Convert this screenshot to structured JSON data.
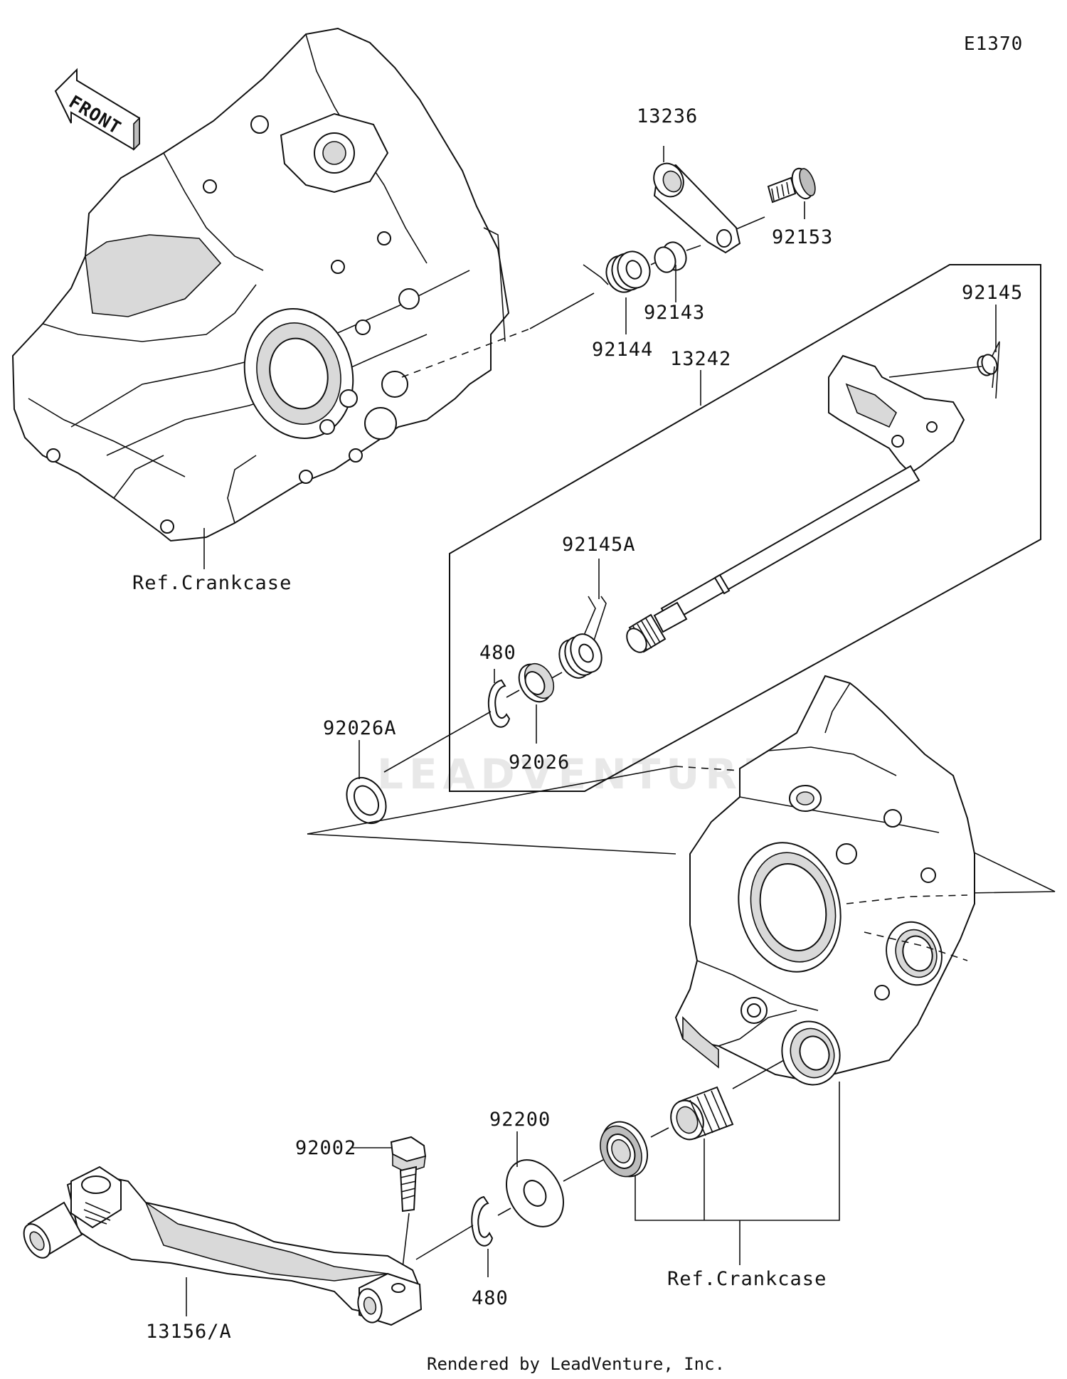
{
  "diagram_code": "E1370",
  "front_label": "FRONT",
  "parts": {
    "p13236": "13236",
    "p92153": "92153",
    "p92143": "92143",
    "p92144": "92144",
    "p92145": "92145",
    "p13242": "13242",
    "p92145A": "92145A",
    "p480_top": "480",
    "p92026A": "92026A",
    "p92026": "92026",
    "p92200": "92200",
    "p92002": "92002",
    "p480_bottom": "480",
    "p13156A": "13156/A"
  },
  "refs": {
    "crankcase_left": "Ref.Crankcase",
    "crankcase_right": "Ref.Crankcase"
  },
  "watermark": "LEADVENTURE",
  "footer": "Rendered by LeadVenture, Inc."
}
